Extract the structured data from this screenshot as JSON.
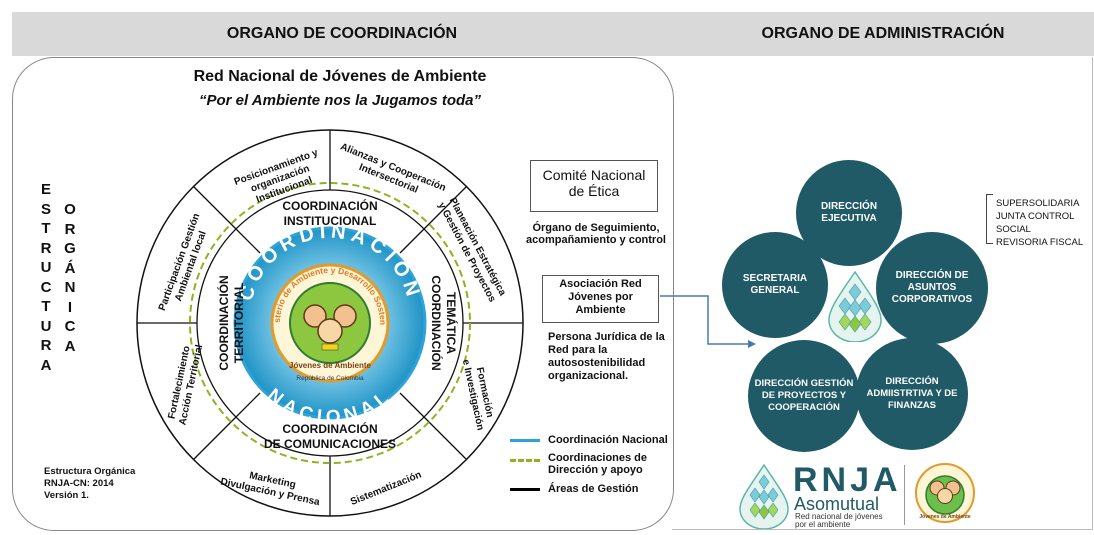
{
  "headers": {
    "left": "ORGANO DE COORDINACIÓN",
    "right": "ORGANO DE ADMINISTRACIÓN"
  },
  "title": "Red Nacional de Jóvenes de Ambiente",
  "slogan": "“Por el Ambiente nos la Jugamos toda”",
  "vertical_left": {
    "col1": [
      "E",
      "S",
      "T",
      "R",
      "U",
      "C",
      "T",
      "U",
      "R",
      "A"
    ],
    "col2": [
      "O",
      "R",
      "G",
      "Á",
      "N",
      "I",
      "C",
      "A"
    ]
  },
  "wheel": {
    "outer_areas": [
      [
        "Posicionamiento y",
        "organización",
        "Institucional"
      ],
      [
        "Alianzas y Cooperación",
        "Intersectorial"
      ],
      [
        "Planeación Estratégica",
        "y Gestión de Proyectos"
      ],
      [
        "Formación",
        "e Investigación"
      ],
      [
        "Sistematización"
      ],
      [
        "Marketing",
        "Divulgación y Prensa"
      ],
      [
        "Fortalecimiento",
        "Acción Territorial"
      ],
      [
        "Participación Gestión",
        "Ambiental local"
      ]
    ],
    "coordinations": {
      "top": [
        "COORDINACIÓN",
        "INSTITUCIONAL"
      ],
      "right": [
        "COORDINACIÓN",
        "TEMÁTICA"
      ],
      "bottom": [
        "COORDINACIÓN",
        "DE COMUNICACIONES"
      ],
      "left": [
        "COORDINACIÓN",
        "TERRITORIAL"
      ]
    },
    "center_top": "COORDINACIÓN",
    "center_bottom": "NACIONAL",
    "logo_ring": "Ministerio de Ambiente y Desarrollo Sostenible",
    "logo_band": "Jóvenes de Ambiente",
    "logo_country": "República de Colombia"
  },
  "comite": {
    "title_line1": "Comité Nacional",
    "title_line2": "de Ética",
    "desc_line1": "Órgano de Seguimiento,",
    "desc_line2": "acompañamiento y control"
  },
  "asociacion": {
    "line1": "Asociación Red",
    "line2": "Jóvenes por",
    "line3": "Ambiente",
    "desc": [
      "Persona Jurídica de la",
      "Red para la",
      "autosostenibilidad",
      "organizacional."
    ]
  },
  "legend": [
    {
      "label": "Coordinación Nacional",
      "color": "#2ea3d8",
      "style": "solid"
    },
    {
      "label": "Coordinaciones de",
      "label2": "Dirección y apoyo",
      "color": "#8fb31f",
      "style": "dashed"
    },
    {
      "label": "Áreas de  Gestión",
      "color": "#000000",
      "style": "solid"
    }
  ],
  "footnote": [
    "Estructura Orgánica",
    "RNJA-CN: 2014",
    "Versión 1."
  ],
  "admin": {
    "circles": [
      {
        "id": "ejecutiva",
        "text": [
          "DIRECCIÓN",
          "EJECUTIVA"
        ]
      },
      {
        "id": "secretaria",
        "text": [
          "SECRETARIA",
          "GENERAL"
        ]
      },
      {
        "id": "asuntos",
        "text": [
          "DIRECCIÓN DE",
          "ASUNTOS",
          "CORPORATIVOS"
        ]
      },
      {
        "id": "proyectos",
        "text": [
          "DIRECCIÓN GESTIÓN",
          "DE PROYECTOS Y",
          "COOPERACIÓN"
        ]
      },
      {
        "id": "finanzas",
        "text": [
          "DIRECCIÓN",
          "ADMIISTRTIVA Y DE",
          "FINANZAS"
        ]
      }
    ],
    "control": [
      "SUPERSOLIDARIA",
      "JUNTA CONTROL SOCIAL",
      "REVISORIA FISCAL"
    ],
    "circle_color": "#1f5a66"
  },
  "brand": {
    "name": "RNJA",
    "sub": "Asomutual",
    "tag1": "Red nacional de jóvenes",
    "tag2": "por el ambiente",
    "mini_logo_text": "Jóvenes de Ambiente"
  }
}
